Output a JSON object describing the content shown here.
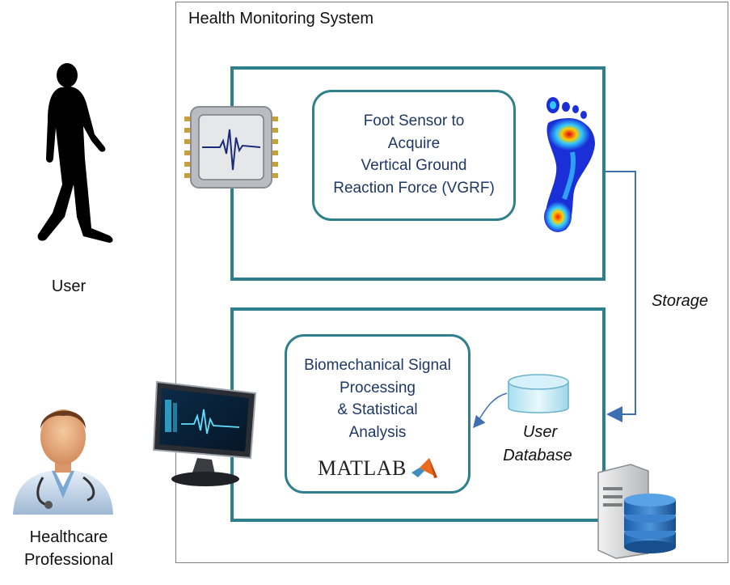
{
  "system": {
    "title": "Health Monitoring System"
  },
  "actors": {
    "user_label": "User",
    "professional_label_line1": "Healthcare",
    "professional_label_line2": "Professional"
  },
  "sensor_node": {
    "lines": [
      "Foot Sensor to",
      "Acquire",
      "Vertical Ground",
      "Reaction Force (VGRF)"
    ]
  },
  "analysis_node": {
    "lines": [
      "Biomechanical Signal",
      "Processing",
      "& Statistical",
      "Analysis"
    ],
    "logo_text": "MATLAB"
  },
  "database": {
    "line1": "User",
    "line2": "Database"
  },
  "connectors": {
    "storage_label": "Storage"
  },
  "colors": {
    "frame_teal": "#2f7f8c",
    "text_navy": "#1f3864",
    "arrow_blue": "#3f6fb0"
  },
  "icons": [
    "walking-user-icon",
    "doctor-icon",
    "chip-signal-icon",
    "foot-pressure-icon",
    "monitor-icon",
    "database-icon",
    "server-icon",
    "matlab-logo-icon"
  ]
}
